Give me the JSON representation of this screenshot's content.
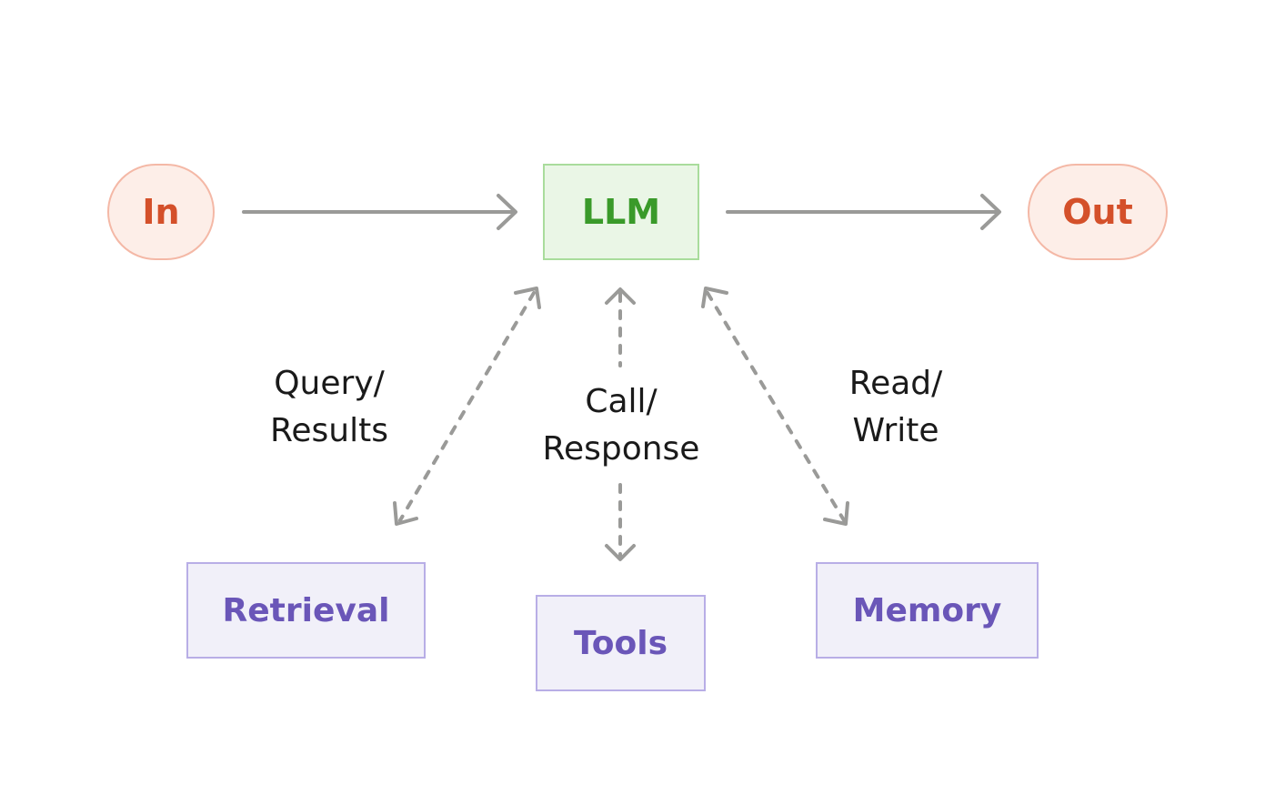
{
  "nodes": {
    "input": "In",
    "llm": "LLM",
    "output": "Out",
    "retrieval": "Retrieval",
    "tools": "Tools",
    "memory": "Memory"
  },
  "edges": {
    "retrieval": {
      "line1": "Query/",
      "line2": "Results"
    },
    "tools": {
      "line1": "Call/",
      "line2": "Response"
    },
    "memory": {
      "line1": "Read/",
      "line2": "Write"
    }
  },
  "colors": {
    "io_text": "#d4502a",
    "io_fill": "#fdeee8",
    "io_border": "#f4b8a6",
    "llm_text": "#3a9a2a",
    "llm_fill": "#eaf6e6",
    "llm_border": "#a9dc9c",
    "component_text": "#6a56b8",
    "component_fill": "#f1f0f9",
    "component_border": "#b8aee6",
    "arrow": "#9a9a98"
  }
}
